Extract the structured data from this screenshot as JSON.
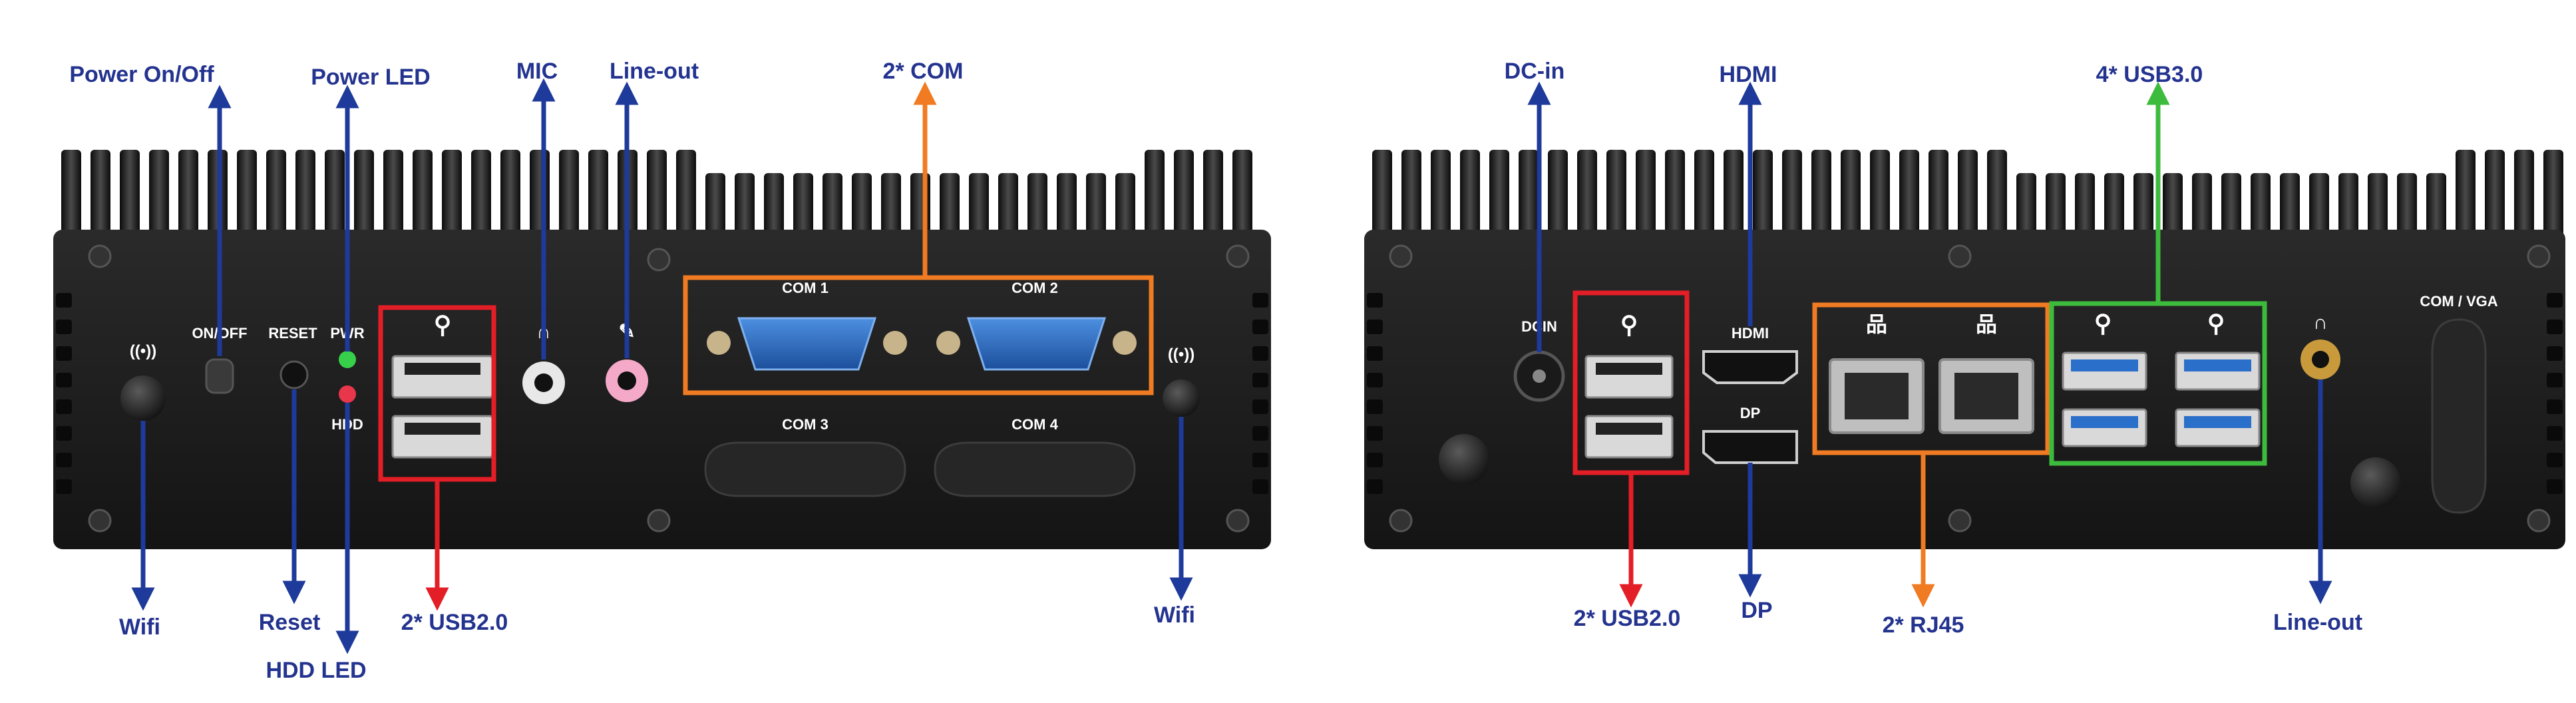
{
  "colors": {
    "label": "#23338f",
    "arrow_blue": "#1e3a9a",
    "usb2_box": "#e41e26",
    "com_box": "#f07b22",
    "rj45_box": "#f07b22",
    "usb3_box": "#3dbb3d",
    "chassis": "#1a1a1a",
    "port_blue": "#2a6fc9"
  },
  "front": {
    "callouts": {
      "power_on_off": "Power On/Off",
      "power_led": "Power LED",
      "mic": "MIC",
      "line_out": "Line-out",
      "com": "2* COM",
      "wifi_left": "Wifi",
      "reset": "Reset",
      "hdd_led": "HDD LED",
      "usb2": "2* USB2.0",
      "wifi_right": "Wifi"
    },
    "panel_labels": {
      "on_off": "ON/OFF",
      "reset": "RESET",
      "pwr": "PWR",
      "hdd": "HDD",
      "com1": "COM 1",
      "com2": "COM 2",
      "com3": "COM 3",
      "com4": "COM 4"
    }
  },
  "rear": {
    "callouts": {
      "dc_in": "DC-in",
      "hdmi": "HDMI",
      "usb3": "4* USB3.0",
      "usb2": "2* USB2.0",
      "dp": "DP",
      "rj45": "2* RJ45",
      "line_out": "Line-out"
    },
    "panel_labels": {
      "dcin": "DCIN",
      "hdmi": "HDMI",
      "dp": "DP",
      "com_vga": "COM / VGA"
    }
  }
}
